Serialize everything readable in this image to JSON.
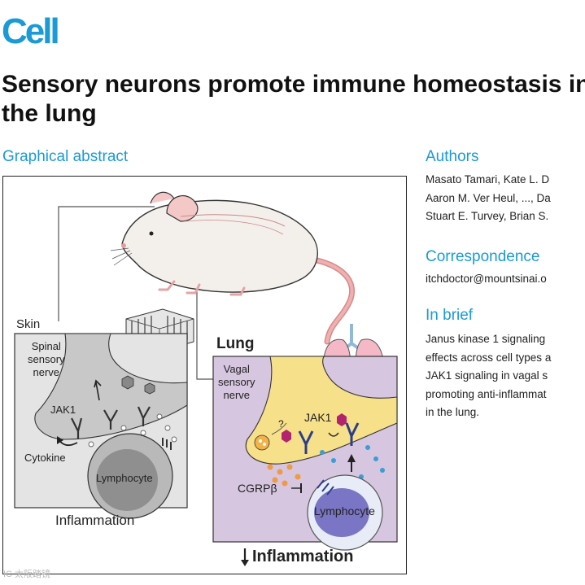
{
  "header": {
    "logo": "Cell",
    "title_line1": "Sensory neurons promote immune homeostasis in",
    "title_line2": "the lung"
  },
  "abstract": {
    "heading": "Graphical abstract",
    "labels": {
      "skin": "Skin",
      "spinal1": "Spinal",
      "spinal2": "sensory",
      "spinal3": "nerve",
      "jak1_left": "JAK1",
      "cytokine": "Cytokine",
      "lymphocyte_left": "Lymphocyte",
      "inflammation_left": "Inflammation",
      "lung": "Lung",
      "vagal1": "Vagal",
      "vagal2": "sensory",
      "vagal3": "nerve",
      "jak1_right": "JAK1",
      "question": "?",
      "cgrp": "CGRPβ",
      "lymphocyte_right": "Lymphocyte",
      "inflammation_right": "Inflammation"
    }
  },
  "authors": {
    "heading": "Authors",
    "line1": "Masato Tamari, Kate L. D",
    "line2": "Aaron M. Ver Heul, ..., Da",
    "line3": "Stuart E. Turvey, Brian S."
  },
  "correspondence": {
    "heading": "Correspondence",
    "email": "itchdoctor@mountsinai.o"
  },
  "brief": {
    "heading": "In brief",
    "line1": "Janus kinase 1 signaling",
    "line2": "effects across cell types a",
    "line3": "JAK1 signaling in vagal s",
    "line4": "promoting anti-inflammat",
    "line5": "in the lung."
  },
  "watermark": "IC 太阪踏镜",
  "colors": {
    "brand": "#1a9ad6",
    "vagal_panel": "#d6c6e0",
    "nerve_yellow": "#f6e08a",
    "lymph_purple": "#7a75c4"
  }
}
